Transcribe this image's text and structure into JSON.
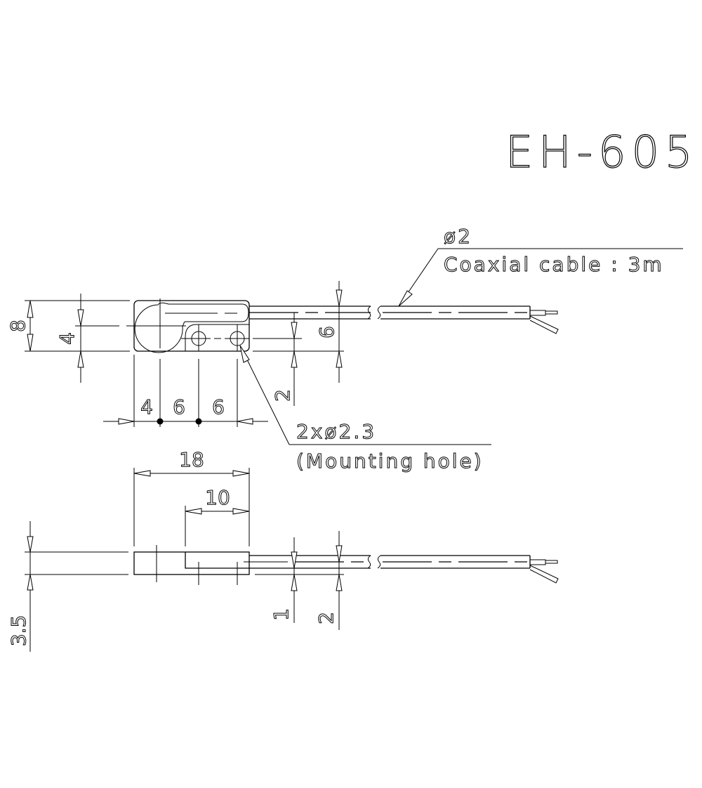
{
  "drawing": {
    "title": "EH-605",
    "cable_note": {
      "diameter": "ø2",
      "description": "Coaxial cable : 3m"
    },
    "hole_note": {
      "spec": "2xø2.3",
      "description": "(Mounting hole)"
    },
    "top_view": {
      "dims": {
        "height_total": "8",
        "height_center": "4",
        "hole_offset": "2",
        "cable_height": "6",
        "pitch_1": "4",
        "pitch_2": "6",
        "pitch_3": "6"
      }
    },
    "side_view": {
      "dims": {
        "length_total": "18",
        "step_length": "10",
        "thickness": "3.5",
        "step_height": "1",
        "cable_offset": "2"
      }
    },
    "colors": {
      "line": "#000000",
      "background": "#ffffff"
    }
  }
}
